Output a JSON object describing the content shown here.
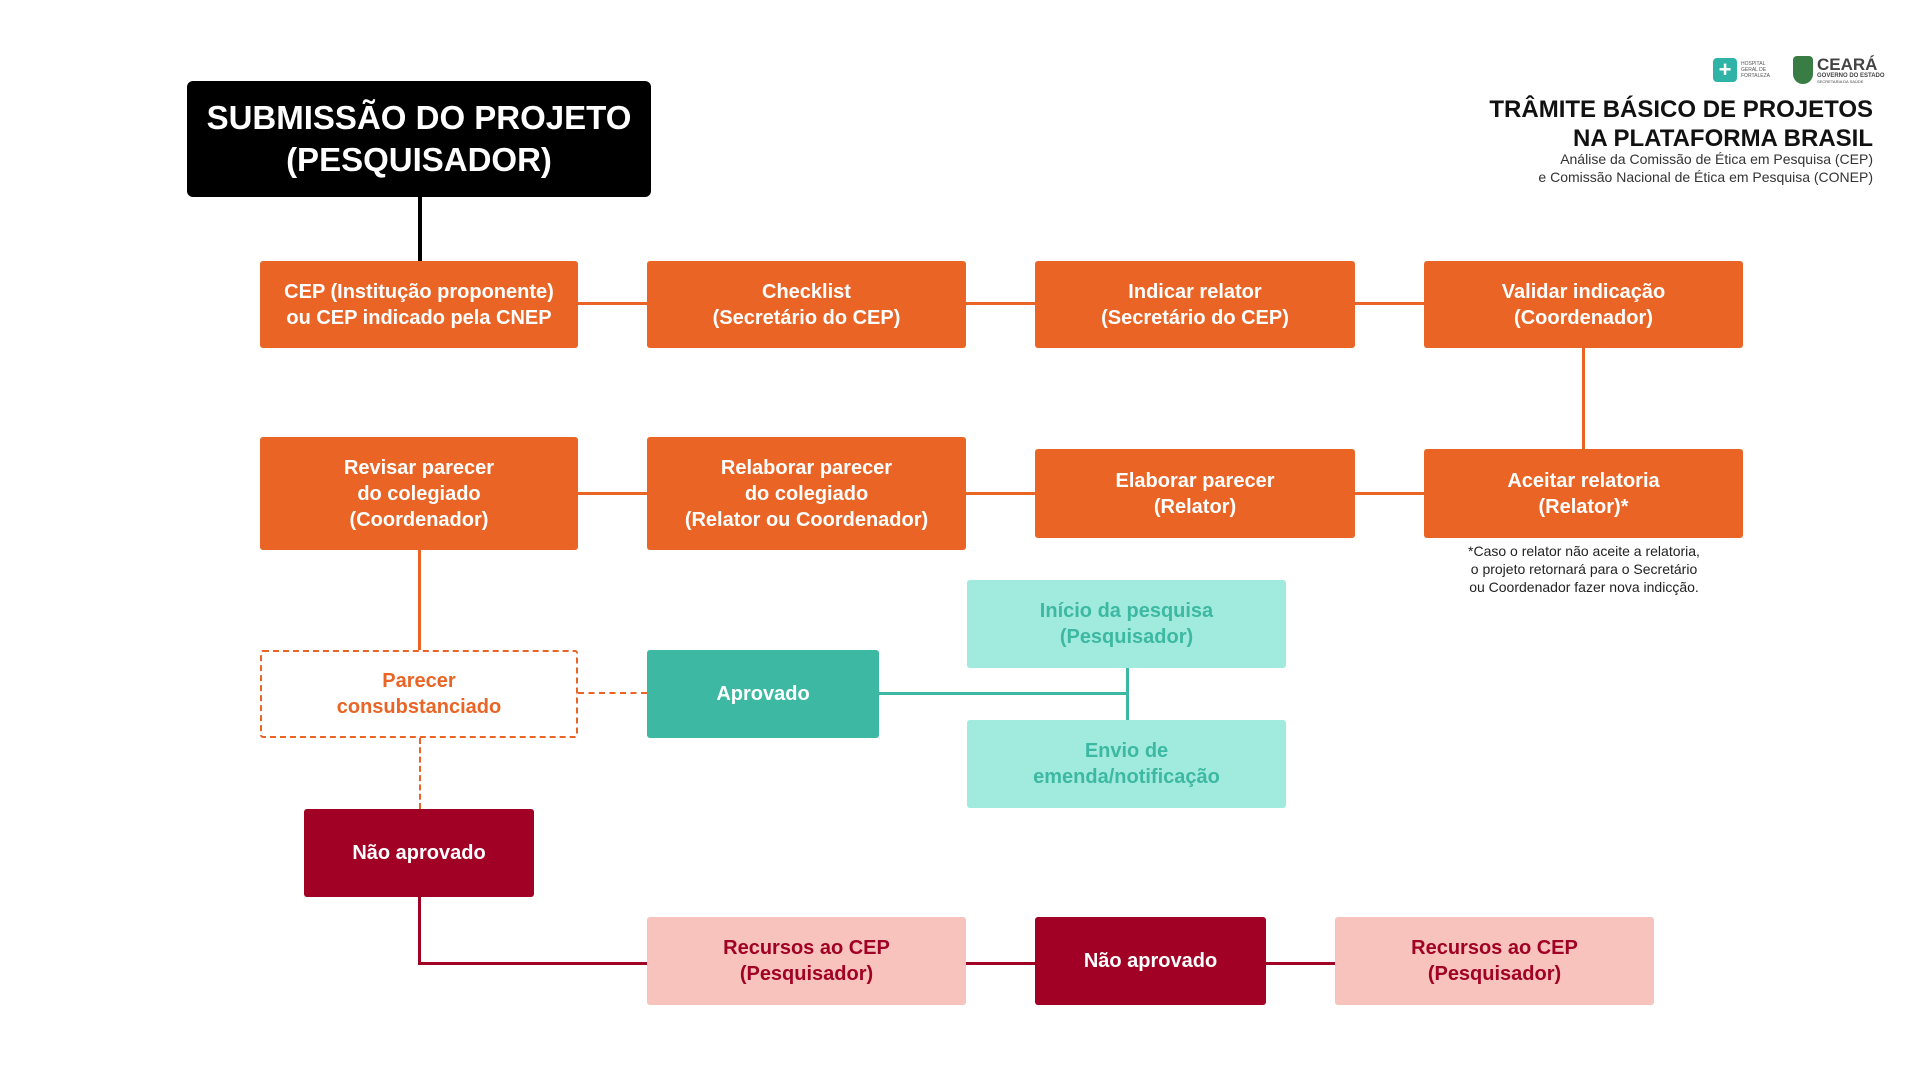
{
  "header": {
    "title": "SUBMISSÃO DO PROJETO\n(PESQUISADOR)"
  },
  "doc_title": {
    "line1": "TRÂMITE BÁSICO DE PROJETOS",
    "line2": "NA PLATAFORMA BRASIL",
    "sub1": "Análise da Comissão de Ética em Pesquisa (CEP)",
    "sub2": "e Comissão Nacional de Ética em Pesquisa (CONEP)"
  },
  "logos": {
    "hospital": "HOSPITAL GERAL DE FORTALEZA",
    "ceara": "CEARÁ",
    "ceara_sub": "GOVERNO DO ESTADO",
    "ceara_sub2": "SECRETARIA DA SAÚDE"
  },
  "steps": {
    "cep": "CEP (Institução proponente)\nou CEP indicado pela CNEP",
    "checklist": "Checklist\n(Secretário do CEP)",
    "indicar": "Indicar relator\n(Secretário do CEP)",
    "validar": "Validar indicação\n(Coordenador)",
    "revisar": "Revisar parecer\ndo colegiado\n(Coordenador)",
    "relaborar": "Relaborar parecer\ndo colegiado\n(Relator ou Coordenador)",
    "elaborar": "Elaborar parecer\n(Relator)",
    "aceitar": "Aceitar relatoria\n(Relator)*",
    "parecer": "Parecer\nconsubstanciado",
    "aprovado": "Aprovado",
    "inicio": "Início da pesquisa\n(Pesquisador)",
    "envio": "Envio de\nemenda/notificação",
    "nao_aprovado_1": "Não aprovado",
    "recursos_1": "Recursos ao CEP\n(Pesquisador)",
    "nao_aprovado_2": "Não aprovado",
    "recursos_2": "Recursos ao CEP\n(Pesquisador)"
  },
  "footnote": "*Caso o relator não aceite a relatoria,\no projeto retornará para o Secretário\nou Coordenador fazer nova indicção.",
  "colors": {
    "orange": "#EA6426",
    "teal": "#3DB8A2",
    "light_teal": "#A0EBDD",
    "dark_red": "#A10124",
    "pink": "#F8C3BD"
  }
}
